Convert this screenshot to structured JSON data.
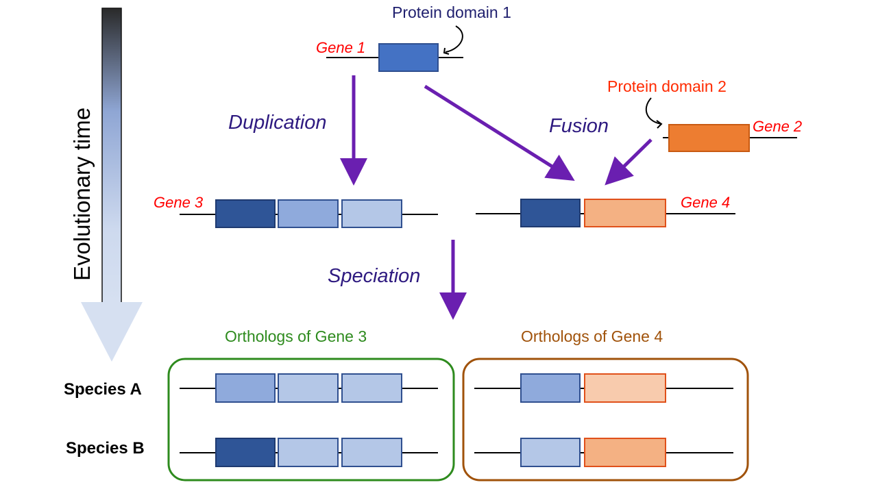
{
  "colors": {
    "arrow": "#6a1fb0",
    "blue_dark": "#2f5597",
    "blue_mid": "#8faadc",
    "blue_light": "#b4c7e7",
    "blue_bright": "#4472c4",
    "orange": "#ed7d31",
    "orange_light": "#f4b183",
    "orange_pale": "#f8cbad",
    "gene_label": "#ff0000",
    "ortholog3_border": "#2e8b1e",
    "ortholog4_border": "#a0520a"
  },
  "time_axis": {
    "label": "Evolutionary time"
  },
  "labels": {
    "protein_domain_1": "Protein domain 1",
    "protein_domain_2": "Protein domain 2",
    "gene1": "Gene 1",
    "gene2": "Gene 2",
    "gene3": "Gene 3",
    "gene4": "Gene 4",
    "duplication": "Duplication",
    "fusion": "Fusion",
    "speciation": "Speciation"
  },
  "groups": {
    "gene3_orthologs": "Orthologs of Gene 3",
    "gene4_orthologs": "Orthologs of Gene 4"
  },
  "species": {
    "a": "Species A",
    "b": "Species B"
  },
  "orthologs": {
    "species_a": {
      "gene3_domains": [
        "blue_mid",
        "blue_light",
        "blue_light"
      ],
      "gene4_domains": [
        "blue_mid",
        "orange_pale"
      ]
    },
    "species_b": {
      "gene3_domains": [
        "blue_dark",
        "blue_light",
        "blue_light"
      ],
      "gene4_domains": [
        "blue_light",
        "orange_light"
      ]
    }
  }
}
